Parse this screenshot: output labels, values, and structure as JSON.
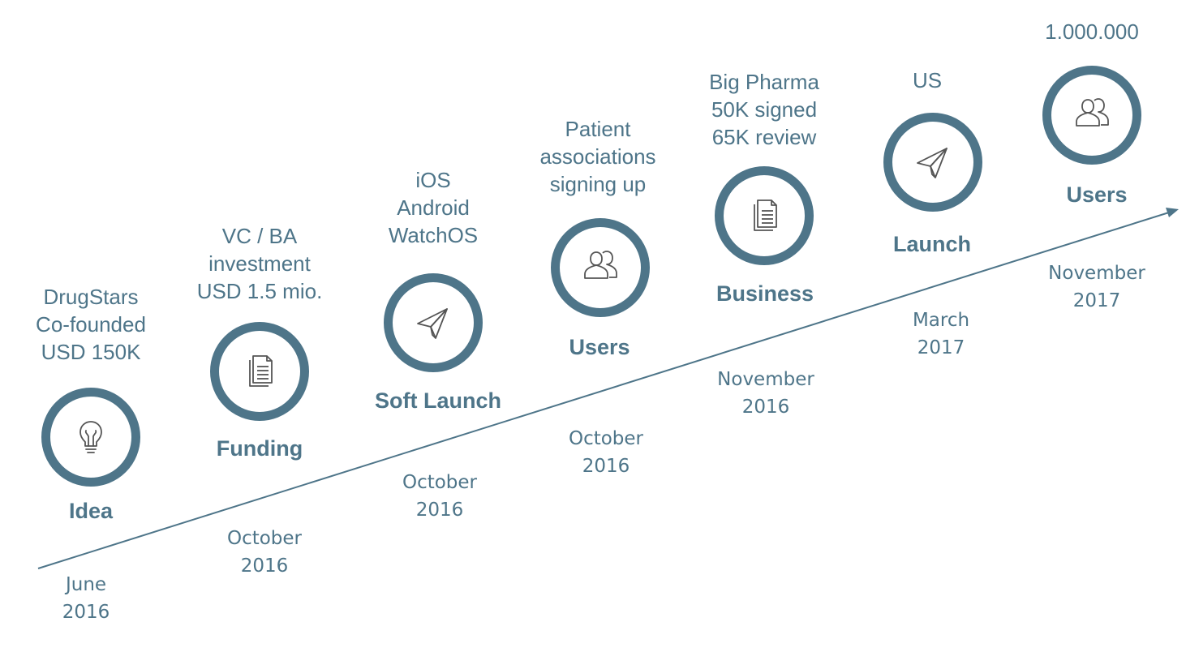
{
  "colors": {
    "accent": "#4e7589",
    "icon_stroke": "#555555"
  },
  "milestones": [
    {
      "label": "Idea",
      "date_line1": "June",
      "date_line2": "2016",
      "icon": "lightbulb-icon",
      "desc": [
        "DrugStars",
        "Co-founded",
        "USD 150K"
      ]
    },
    {
      "label": "Funding",
      "date_line1": "October",
      "date_line2": "2016",
      "icon": "document-icon",
      "desc": [
        "VC / BA",
        "investment",
        "USD 1.5 mio."
      ]
    },
    {
      "label": "Soft Launch",
      "date_line1": "October",
      "date_line2": "2016",
      "icon": "paper-plane-icon",
      "desc": [
        "iOS",
        "Android",
        "WatchOS"
      ]
    },
    {
      "label": "Users",
      "date_line1": "October",
      "date_line2": "2016",
      "icon": "users-icon",
      "desc": [
        "Patient",
        "associations",
        "signing up"
      ]
    },
    {
      "label": "Business",
      "date_line1": "November",
      "date_line2": "2016",
      "icon": "document-icon",
      "desc": [
        "Big Pharma",
        "50K signed",
        "65K review"
      ]
    },
    {
      "label": "Launch",
      "date_line1": "March",
      "date_line2": "2017",
      "icon": "paper-plane-icon",
      "desc": [
        "US"
      ]
    },
    {
      "label": "Users",
      "date_line1": "November",
      "date_line2": "2017",
      "icon": "users-icon",
      "desc": [
        "1.000.000"
      ]
    }
  ]
}
